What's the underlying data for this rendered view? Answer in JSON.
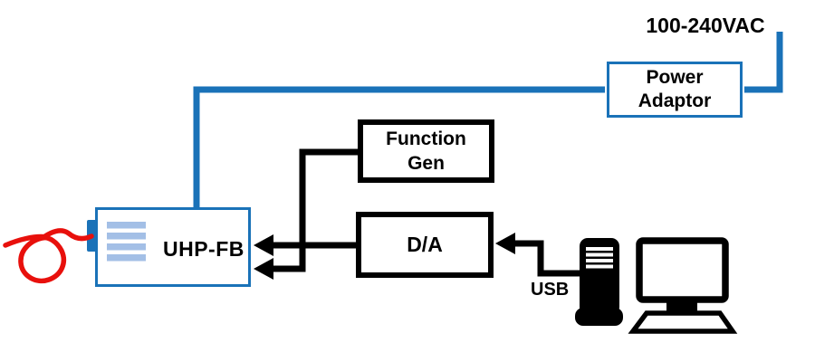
{
  "diagram": {
    "labels": {
      "ac_input": "100-240VAC",
      "usb": "USB"
    },
    "nodes": {
      "power_adaptor": {
        "line1": "Power",
        "line2": "Adaptor"
      },
      "function_gen": {
        "line1": "Function",
        "line2": "Gen"
      },
      "da_converter": {
        "label": "D/A"
      },
      "uhp_fb": {
        "label": "UHP-FB"
      }
    },
    "connections": [
      {
        "from": "ac-mains",
        "to": "power-adaptor",
        "type": "power-cord"
      },
      {
        "from": "power-adaptor",
        "to": "uhp-fb",
        "type": "power-cable"
      },
      {
        "from": "function-gen",
        "to": "uhp-fb",
        "type": "signal-arrow"
      },
      {
        "from": "da-converter",
        "to": "uhp-fb",
        "type": "signal-arrow"
      },
      {
        "from": "computer",
        "to": "da-converter",
        "type": "usb-arrow"
      }
    ],
    "colors": {
      "blue": "#1a72b8",
      "light_blue": "#a3bfe6",
      "red": "#e8100c",
      "black": "#000000",
      "white": "#ffffff"
    }
  }
}
